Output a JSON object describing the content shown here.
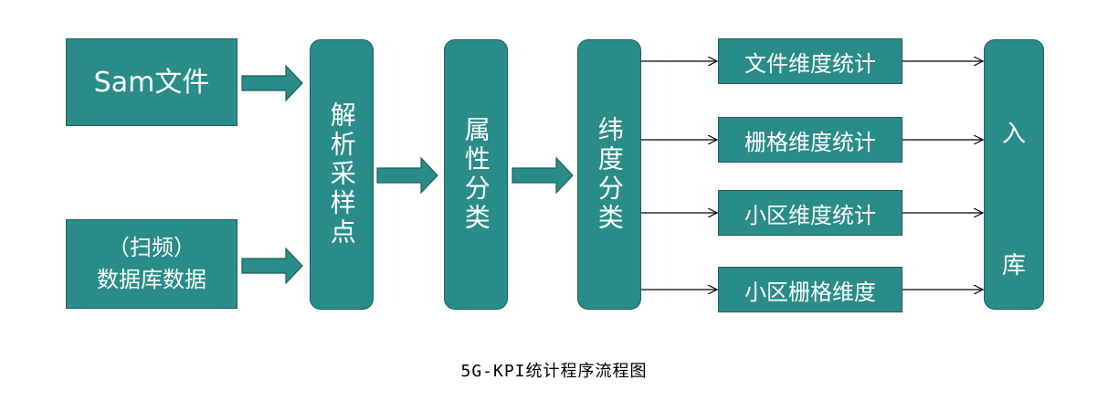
{
  "sources": {
    "sam": "Sam文件",
    "scan_line1": "（扫频）",
    "scan_line2": "数据库数据"
  },
  "stages": {
    "parse": "解析采样点",
    "attr": "属性分类",
    "dim": "纬度分类"
  },
  "dimensions": [
    "文件维度统计",
    "栅格维度统计",
    "小区维度统计",
    "小区栅格维度"
  ],
  "sink": {
    "char1": "入",
    "char2": "库"
  },
  "caption": "5G-KPI统计程序流程图",
  "colors": {
    "box_fill": "#2a8c88",
    "box_border": "#1f5f5c",
    "arrow": "#000000"
  }
}
